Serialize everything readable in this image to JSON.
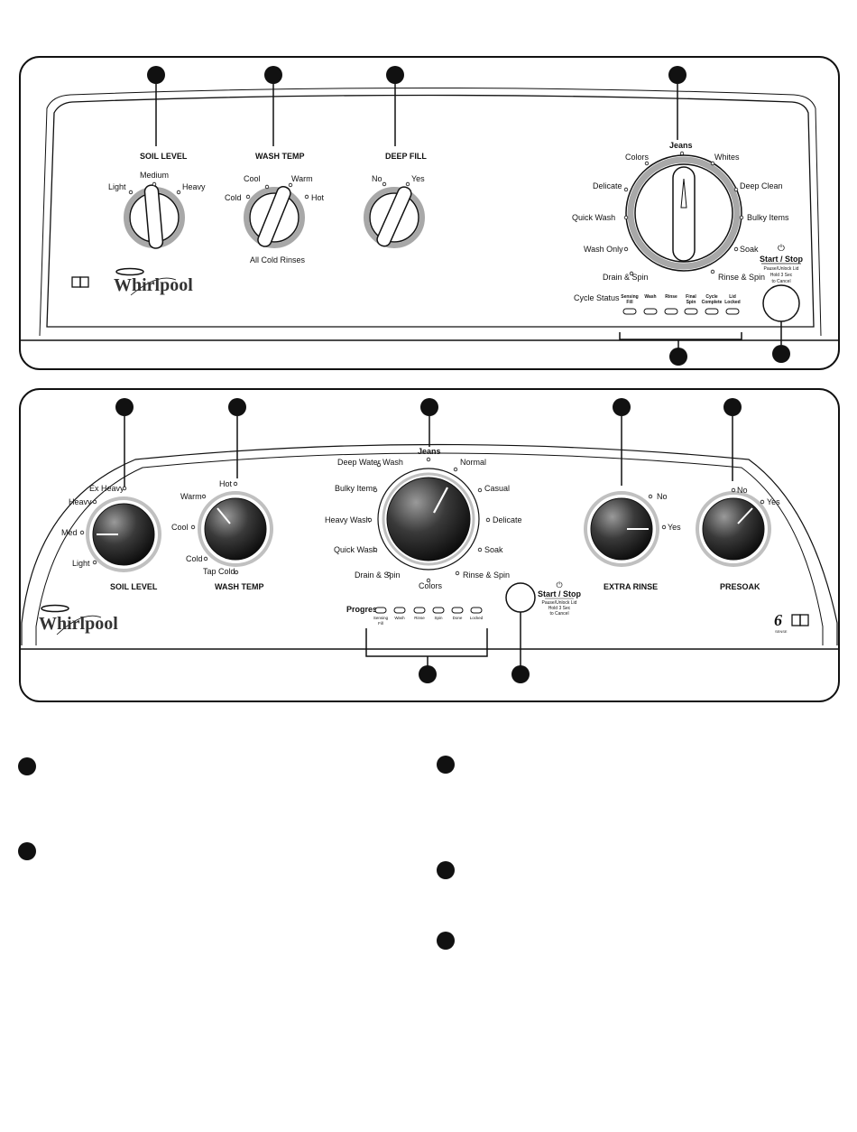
{
  "panel1": {
    "soil": {
      "title": "SOIL LEVEL",
      "light": "Light",
      "medium": "Medium",
      "heavy": "Heavy"
    },
    "temp": {
      "title": "WASH TEMP",
      "cold": "Cold",
      "cool": "Cool",
      "warm": "Warm",
      "hot": "Hot",
      "note": "All Cold Rinses"
    },
    "fill": {
      "title": "DEEP FILL",
      "no": "No",
      "yes": "Yes"
    },
    "brand": "Whirlpool",
    "cycle": {
      "top": "Jeans",
      "left": [
        "Colors",
        "Delicate",
        "Quick Wash",
        "Wash Only",
        "Drain & Spin"
      ],
      "right": [
        "Whites",
        "Deep Clean",
        "Bulky Items",
        "Soak",
        "Rinse & Spin"
      ]
    },
    "status": {
      "label": "Cycle Status",
      "items": [
        [
          "Sensing",
          "Fill"
        ],
        [
          "Wash",
          ""
        ],
        [
          "Rinse",
          ""
        ],
        [
          "Final",
          "Spin"
        ],
        [
          "Cycle",
          "Complete"
        ],
        [
          "Lid",
          "Locked"
        ]
      ]
    },
    "start": {
      "title": "Start / Stop",
      "l1": "Pause/Unlock Lid",
      "l2": "Hold 3 Sec",
      "l3": "to Cancel"
    }
  },
  "panel2": {
    "soil": {
      "title": "SOIL LEVEL",
      "exheavy": "Ex Heavy",
      "heavy": "Heavy",
      "med": "Med",
      "light": "Light"
    },
    "temp": {
      "title": "WASH TEMP",
      "hot": "Hot",
      "warm": "Warm",
      "cool": "Cool",
      "cold": "Cold",
      "tapcold": "Tap Cold"
    },
    "cycle": {
      "top": "Jeans",
      "bottom": "Colors",
      "left": [
        "Deep Water Wash",
        "Bulky Items",
        "Heavy Wash",
        "Quick Wash",
        "Drain & Spin"
      ],
      "right": [
        "Normal",
        "Casual",
        "Delicate",
        "Soak",
        "Rinse & Spin"
      ]
    },
    "rinse": {
      "title": "EXTRA RINSE",
      "no": "No",
      "yes": "Yes"
    },
    "presoak": {
      "title": "PRESOAK",
      "no": "No",
      "yes": "Yes"
    },
    "progress": {
      "label": "Progress",
      "items": [
        [
          "Sensing",
          "Fill"
        ],
        [
          "Wash",
          ""
        ],
        [
          "Rinse",
          ""
        ],
        [
          "Spin",
          ""
        ],
        [
          "Done",
          ""
        ],
        [
          "Locked",
          ""
        ]
      ]
    },
    "start": {
      "title": "Start / Stop",
      "l1": "Pause/Unlock Lid",
      "l2": "Hold 3 Sec",
      "l3": "to Cancel"
    },
    "brand": "Whirlpool",
    "sense": "6",
    "sense_sub": "SENSE"
  }
}
